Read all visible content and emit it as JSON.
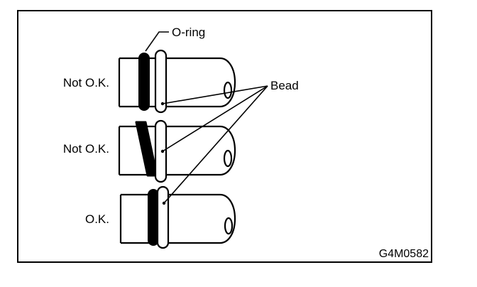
{
  "labels": {
    "oring": "O-ring",
    "bead": "Bead",
    "row1": "Not O.K.",
    "row2": "Not O.K.",
    "row3": "O.K.",
    "code": "G4M0582"
  },
  "colors": {
    "ink": "#000000",
    "paper": "#ffffff"
  }
}
